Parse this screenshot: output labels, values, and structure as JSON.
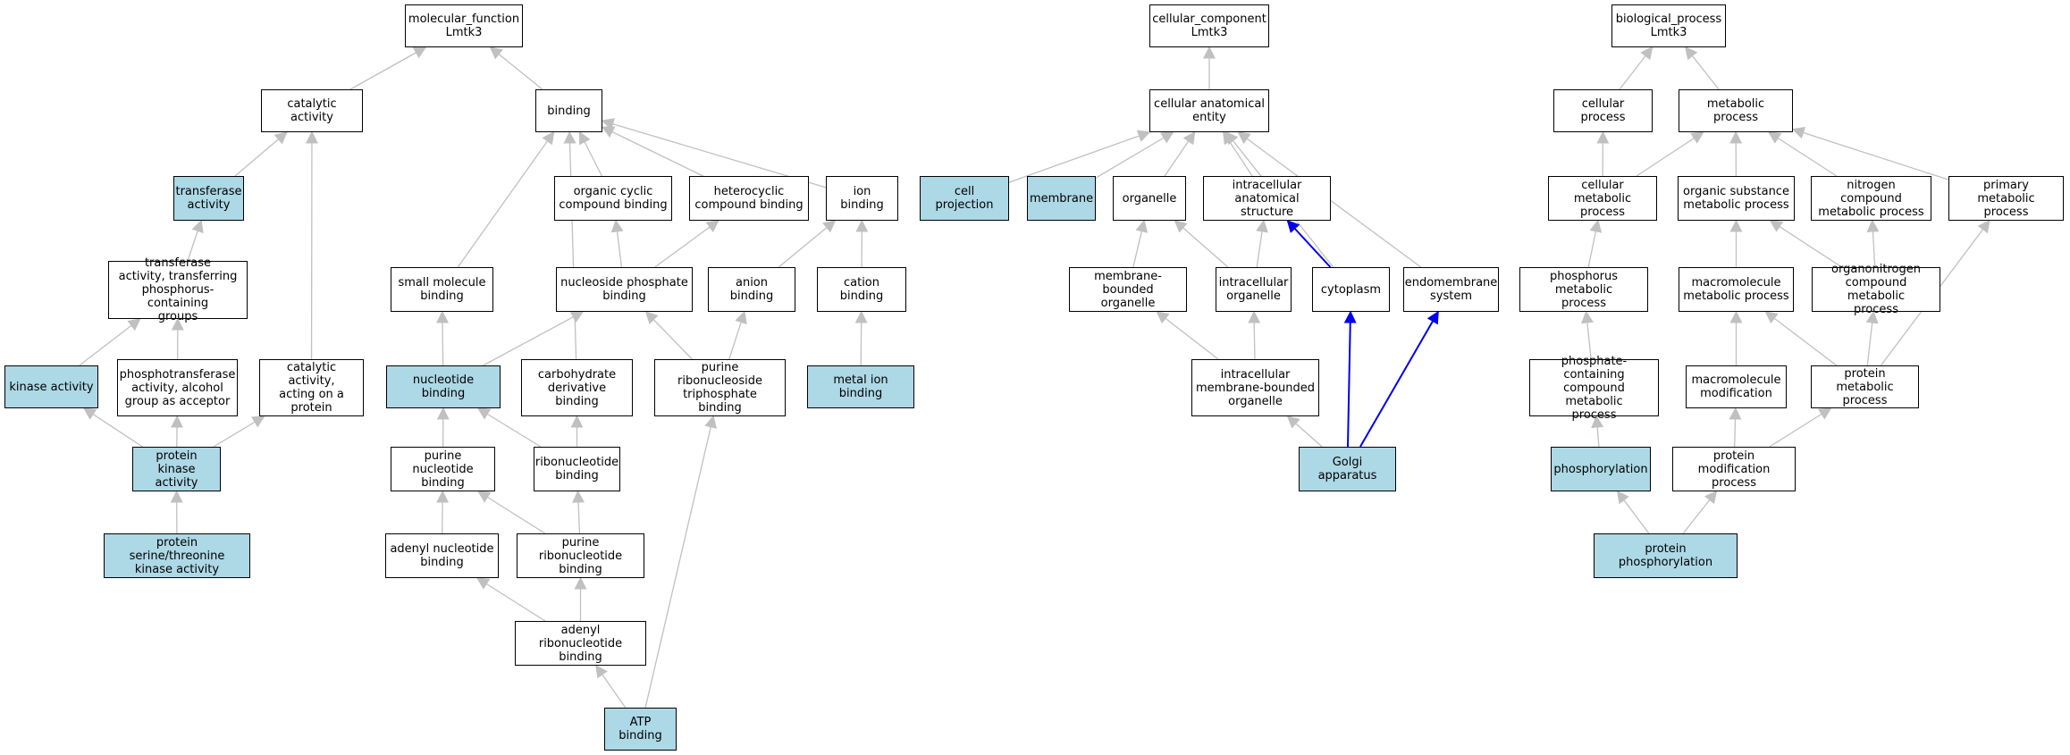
{
  "colors": {
    "highlight": "#add8e6",
    "edge": "#c0c0c0",
    "edge_path": "#0000ee",
    "border": "#000000"
  },
  "nodes": [
    {
      "id": "mf",
      "label": "molecular_function\nLmtk3",
      "hl": false
    },
    {
      "id": "cat",
      "label": "catalytic activity",
      "hl": false
    },
    {
      "id": "bind",
      "label": "binding",
      "hl": false
    },
    {
      "id": "transf",
      "label": "transferase\nactivity",
      "hl": true
    },
    {
      "id": "transf2",
      "label": "transferase\nactivity, transferring\nphosphorus-containing\ngroups",
      "hl": false
    },
    {
      "id": "kin",
      "label": "kinase activity",
      "hl": true
    },
    {
      "id": "phospho",
      "label": "phosphotransferase\nactivity, alcohol\ngroup as acceptor",
      "hl": false
    },
    {
      "id": "catprot",
      "label": "catalytic activity,\nacting on a\nprotein",
      "hl": false
    },
    {
      "id": "pk",
      "label": "protein kinase\nactivity",
      "hl": true
    },
    {
      "id": "pst",
      "label": "protein serine/threonine\nkinase activity",
      "hl": true
    },
    {
      "id": "ocb",
      "label": "organic cyclic\ncompound binding",
      "hl": false
    },
    {
      "id": "hcb",
      "label": "heterocyclic\ncompound binding",
      "hl": false
    },
    {
      "id": "ion",
      "label": "ion binding",
      "hl": false
    },
    {
      "id": "smb",
      "label": "small molecule\nbinding",
      "hl": false
    },
    {
      "id": "npb",
      "label": "nucleoside phosphate\nbinding",
      "hl": false
    },
    {
      "id": "anion",
      "label": "anion binding",
      "hl": false
    },
    {
      "id": "cation",
      "label": "cation binding",
      "hl": false
    },
    {
      "id": "nucb",
      "label": "nucleotide binding",
      "hl": true
    },
    {
      "id": "carb",
      "label": "carbohydrate\nderivative binding",
      "hl": false
    },
    {
      "id": "prntb",
      "label": "purine ribonucleoside\ntriphosphate\nbinding",
      "hl": false
    },
    {
      "id": "metal",
      "label": "metal ion binding",
      "hl": true
    },
    {
      "id": "pnb",
      "label": "purine nucleotide\nbinding",
      "hl": false
    },
    {
      "id": "rnb",
      "label": "ribonucleotide\nbinding",
      "hl": false
    },
    {
      "id": "anb",
      "label": "adenyl nucleotide\nbinding",
      "hl": false
    },
    {
      "id": "prnb",
      "label": "purine ribonucleotide\nbinding",
      "hl": false
    },
    {
      "id": "arnb",
      "label": "adenyl ribonucleotide\nbinding",
      "hl": false
    },
    {
      "id": "atp",
      "label": "ATP binding",
      "hl": true
    },
    {
      "id": "cc",
      "label": "cellular_component\nLmtk3",
      "hl": false
    },
    {
      "id": "cae",
      "label": "cellular anatomical\nentity",
      "hl": false
    },
    {
      "id": "cproj",
      "label": "cell projection",
      "hl": true
    },
    {
      "id": "memb",
      "label": "membrane",
      "hl": true
    },
    {
      "id": "org",
      "label": "organelle",
      "hl": false
    },
    {
      "id": "ias",
      "label": "intracellular\nanatomical structure",
      "hl": false
    },
    {
      "id": "mbo",
      "label": "membrane-bounded\norganelle",
      "hl": false
    },
    {
      "id": "io",
      "label": "intracellular\norganelle",
      "hl": false
    },
    {
      "id": "cyto",
      "label": "cytoplasm",
      "hl": false
    },
    {
      "id": "endo",
      "label": "endomembrane\nsystem",
      "hl": false
    },
    {
      "id": "imbo",
      "label": "intracellular\nmembrane-bounded\norganelle",
      "hl": false
    },
    {
      "id": "golgi",
      "label": "Golgi apparatus",
      "hl": true
    },
    {
      "id": "bp",
      "label": "biological_process\nLmtk3",
      "hl": false
    },
    {
      "id": "cp",
      "label": "cellular process",
      "hl": false
    },
    {
      "id": "mp",
      "label": "metabolic process",
      "hl": false
    },
    {
      "id": "cmp",
      "label": "cellular metabolic\nprocess",
      "hl": false
    },
    {
      "id": "osmp",
      "label": "organic substance\nmetabolic process",
      "hl": false
    },
    {
      "id": "ncmp",
      "label": "nitrogen compound\nmetabolic process",
      "hl": false
    },
    {
      "id": "pmp",
      "label": "primary metabolic\nprocess",
      "hl": false
    },
    {
      "id": "phmp",
      "label": "phosphorus metabolic\nprocess",
      "hl": false
    },
    {
      "id": "macmp",
      "label": "macromolecule\nmetabolic process",
      "hl": false
    },
    {
      "id": "ocmp",
      "label": "organonitrogen\ncompound metabolic\nprocess",
      "hl": false
    },
    {
      "id": "pccmp",
      "label": "phosphate-containing\ncompound metabolic\nprocess",
      "hl": false
    },
    {
      "id": "macmod",
      "label": "macromolecule\nmodification",
      "hl": false
    },
    {
      "id": "protmp",
      "label": "protein metabolic\nprocess",
      "hl": false
    },
    {
      "id": "phos",
      "label": "phosphorylation",
      "hl": true
    },
    {
      "id": "pmod",
      "label": "protein modification\nprocess",
      "hl": false
    },
    {
      "id": "pphos",
      "label": "protein phosphorylation",
      "hl": true
    }
  ],
  "edges": [
    [
      "cat",
      "mf"
    ],
    [
      "bind",
      "mf"
    ],
    [
      "transf",
      "cat"
    ],
    [
      "transf2",
      "transf"
    ],
    [
      "kin",
      "transf2"
    ],
    [
      "phospho",
      "transf2"
    ],
    [
      "catprot",
      "cat"
    ],
    [
      "pk",
      "kin"
    ],
    [
      "pk",
      "phospho"
    ],
    [
      "pk",
      "catprot"
    ],
    [
      "pst",
      "pk"
    ],
    [
      "ocb",
      "bind"
    ],
    [
      "hcb",
      "bind"
    ],
    [
      "ion",
      "bind"
    ],
    [
      "smb",
      "bind"
    ],
    [
      "carb",
      "bind"
    ],
    [
      "npb",
      "ocb"
    ],
    [
      "npb",
      "hcb"
    ],
    [
      "anion",
      "ion"
    ],
    [
      "cation",
      "ion"
    ],
    [
      "nucb",
      "smb"
    ],
    [
      "nucb",
      "npb"
    ],
    [
      "prntb",
      "npb"
    ],
    [
      "prntb",
      "anion"
    ],
    [
      "metal",
      "cation"
    ],
    [
      "pnb",
      "nucb"
    ],
    [
      "rnb",
      "nucb"
    ],
    [
      "rnb",
      "carb"
    ],
    [
      "anb",
      "pnb"
    ],
    [
      "prnb",
      "pnb"
    ],
    [
      "prnb",
      "rnb"
    ],
    [
      "arnb",
      "anb"
    ],
    [
      "arnb",
      "prnb"
    ],
    [
      "atp",
      "arnb"
    ],
    [
      "atp",
      "prntb"
    ],
    [
      "cae",
      "cc"
    ],
    [
      "cproj",
      "cae"
    ],
    [
      "memb",
      "cae"
    ],
    [
      "org",
      "cae"
    ],
    [
      "ias",
      "cae"
    ],
    [
      "cyto",
      "cae"
    ],
    [
      "endo",
      "cae"
    ],
    [
      "mbo",
      "org"
    ],
    [
      "io",
      "org"
    ],
    [
      "io",
      "ias"
    ],
    [
      "cyto",
      "ias",
      "path"
    ],
    [
      "imbo",
      "mbo"
    ],
    [
      "imbo",
      "io"
    ],
    [
      "golgi",
      "imbo"
    ],
    [
      "golgi",
      "cyto",
      "path"
    ],
    [
      "golgi",
      "endo",
      "path"
    ],
    [
      "cp",
      "bp"
    ],
    [
      "mp",
      "bp"
    ],
    [
      "cmp",
      "cp"
    ],
    [
      "cmp",
      "mp"
    ],
    [
      "osmp",
      "mp"
    ],
    [
      "ncmp",
      "mp"
    ],
    [
      "pmp",
      "mp"
    ],
    [
      "phmp",
      "cmp"
    ],
    [
      "macmp",
      "osmp"
    ],
    [
      "ocmp",
      "osmp"
    ],
    [
      "ocmp",
      "ncmp"
    ],
    [
      "pccmp",
      "phmp"
    ],
    [
      "macmod",
      "macmp"
    ],
    [
      "protmp",
      "macmp"
    ],
    [
      "protmp",
      "ocmp"
    ],
    [
      "protmp",
      "pmp"
    ],
    [
      "phos",
      "pccmp"
    ],
    [
      "pmod",
      "macmod"
    ],
    [
      "pmod",
      "protmp"
    ],
    [
      "pphos",
      "phos"
    ],
    [
      "pphos",
      "pmod"
    ]
  ]
}
